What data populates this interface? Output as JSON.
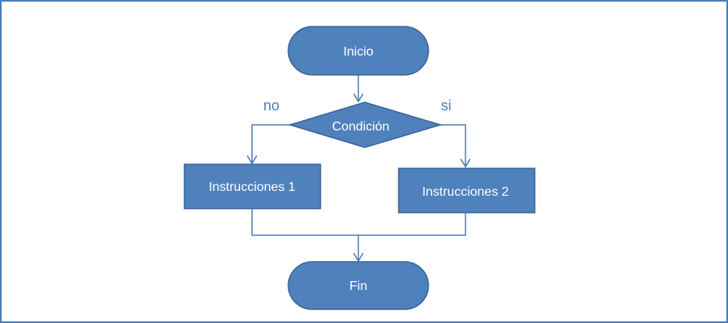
{
  "diagram": {
    "nodes": {
      "start": "Inicio",
      "condition": "Condición",
      "process_no": "Instrucciones 1",
      "process_yes": "Instrucciones 2",
      "end": "Fin"
    },
    "branch_labels": {
      "no": "no",
      "yes": "si"
    }
  },
  "colors": {
    "node_fill": "#4f81bd",
    "node_border": "#3a6496",
    "connector": "#4a7bbd",
    "frame_border": "#4a7bbd",
    "label_text": "#4a7bbd",
    "node_text": "#ffffff"
  }
}
